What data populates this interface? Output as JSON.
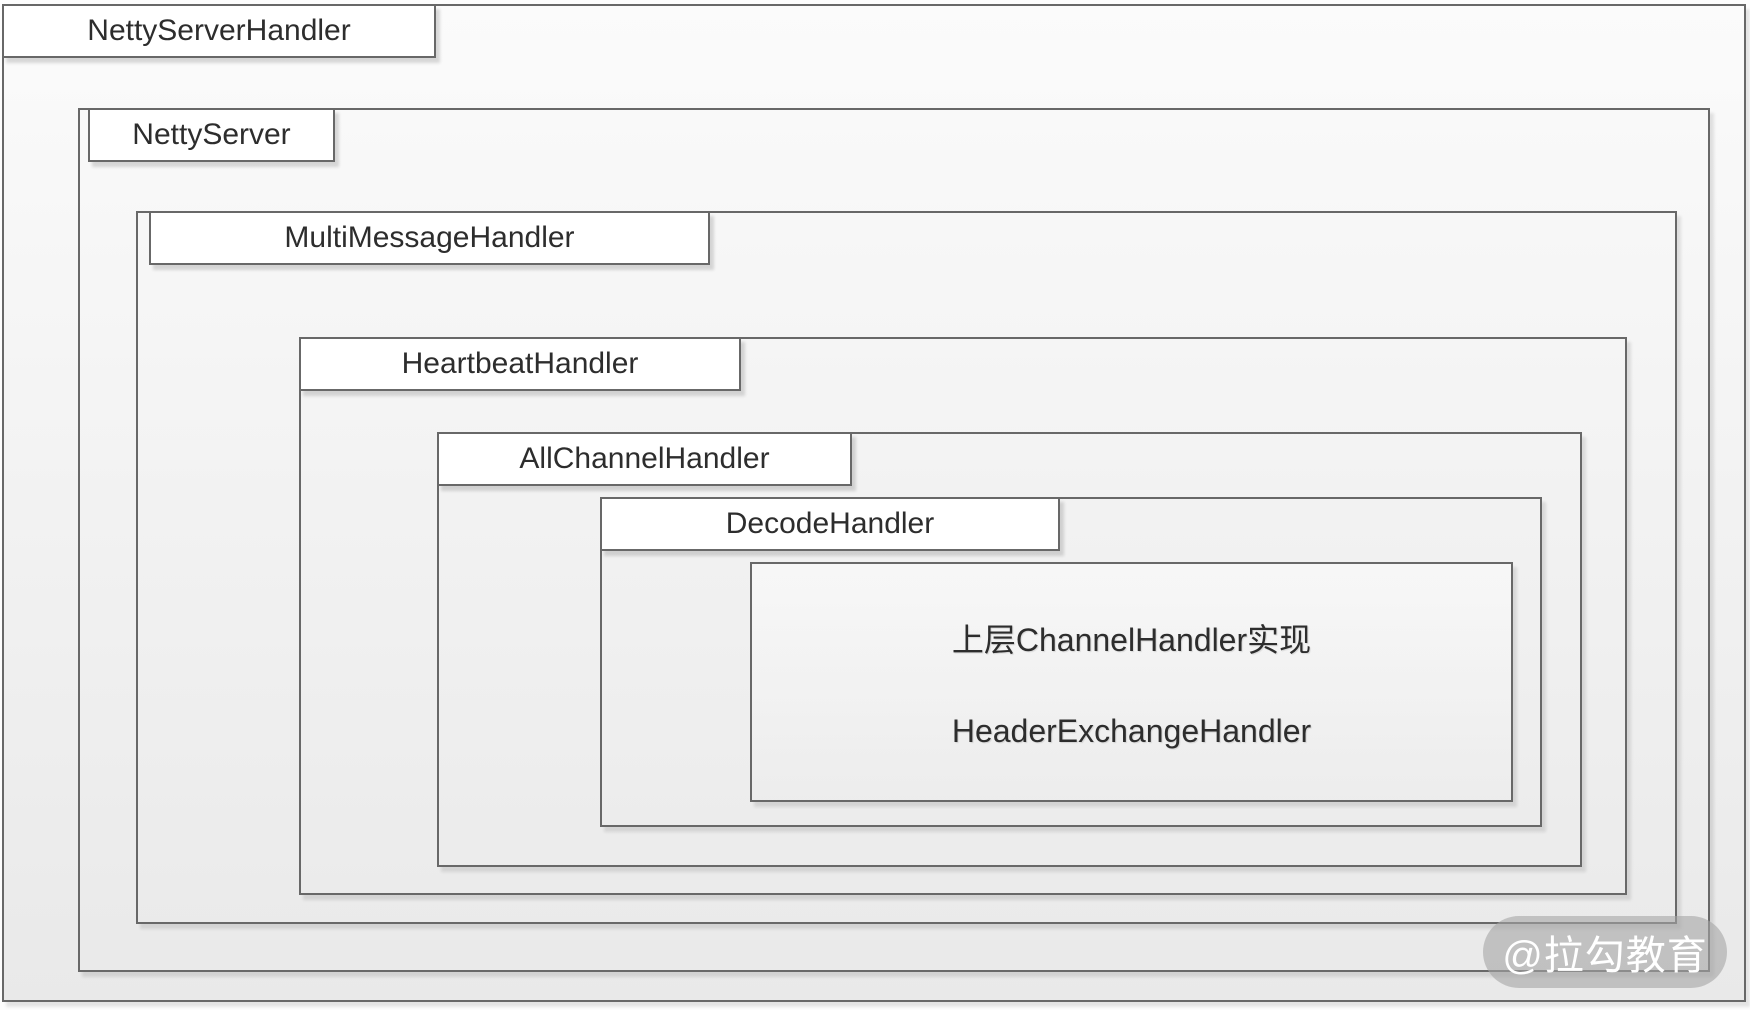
{
  "layers": [
    {
      "label": "NettyServerHandler"
    },
    {
      "label": "NettyServer"
    },
    {
      "label": "MultiMessageHandler"
    },
    {
      "label": "HeartbeatHandler"
    },
    {
      "label": "AllChannelHandler"
    },
    {
      "label": "DecodeHandler"
    }
  ],
  "inner_box": {
    "line1": "上层ChannelHandler实现",
    "line2": "HeaderExchangeHandler"
  },
  "watermark": {
    "text": "@拉勾教育"
  },
  "colors": {
    "border": "#686868",
    "label_bg": "#ffffff",
    "text": "#2d2d2d",
    "canvas_top": "#fbfbfb",
    "canvas_bottom": "#e9e9e9",
    "watermark_bg": "rgba(165,165,165,0.6)",
    "watermark_text": "#ffffff"
  }
}
